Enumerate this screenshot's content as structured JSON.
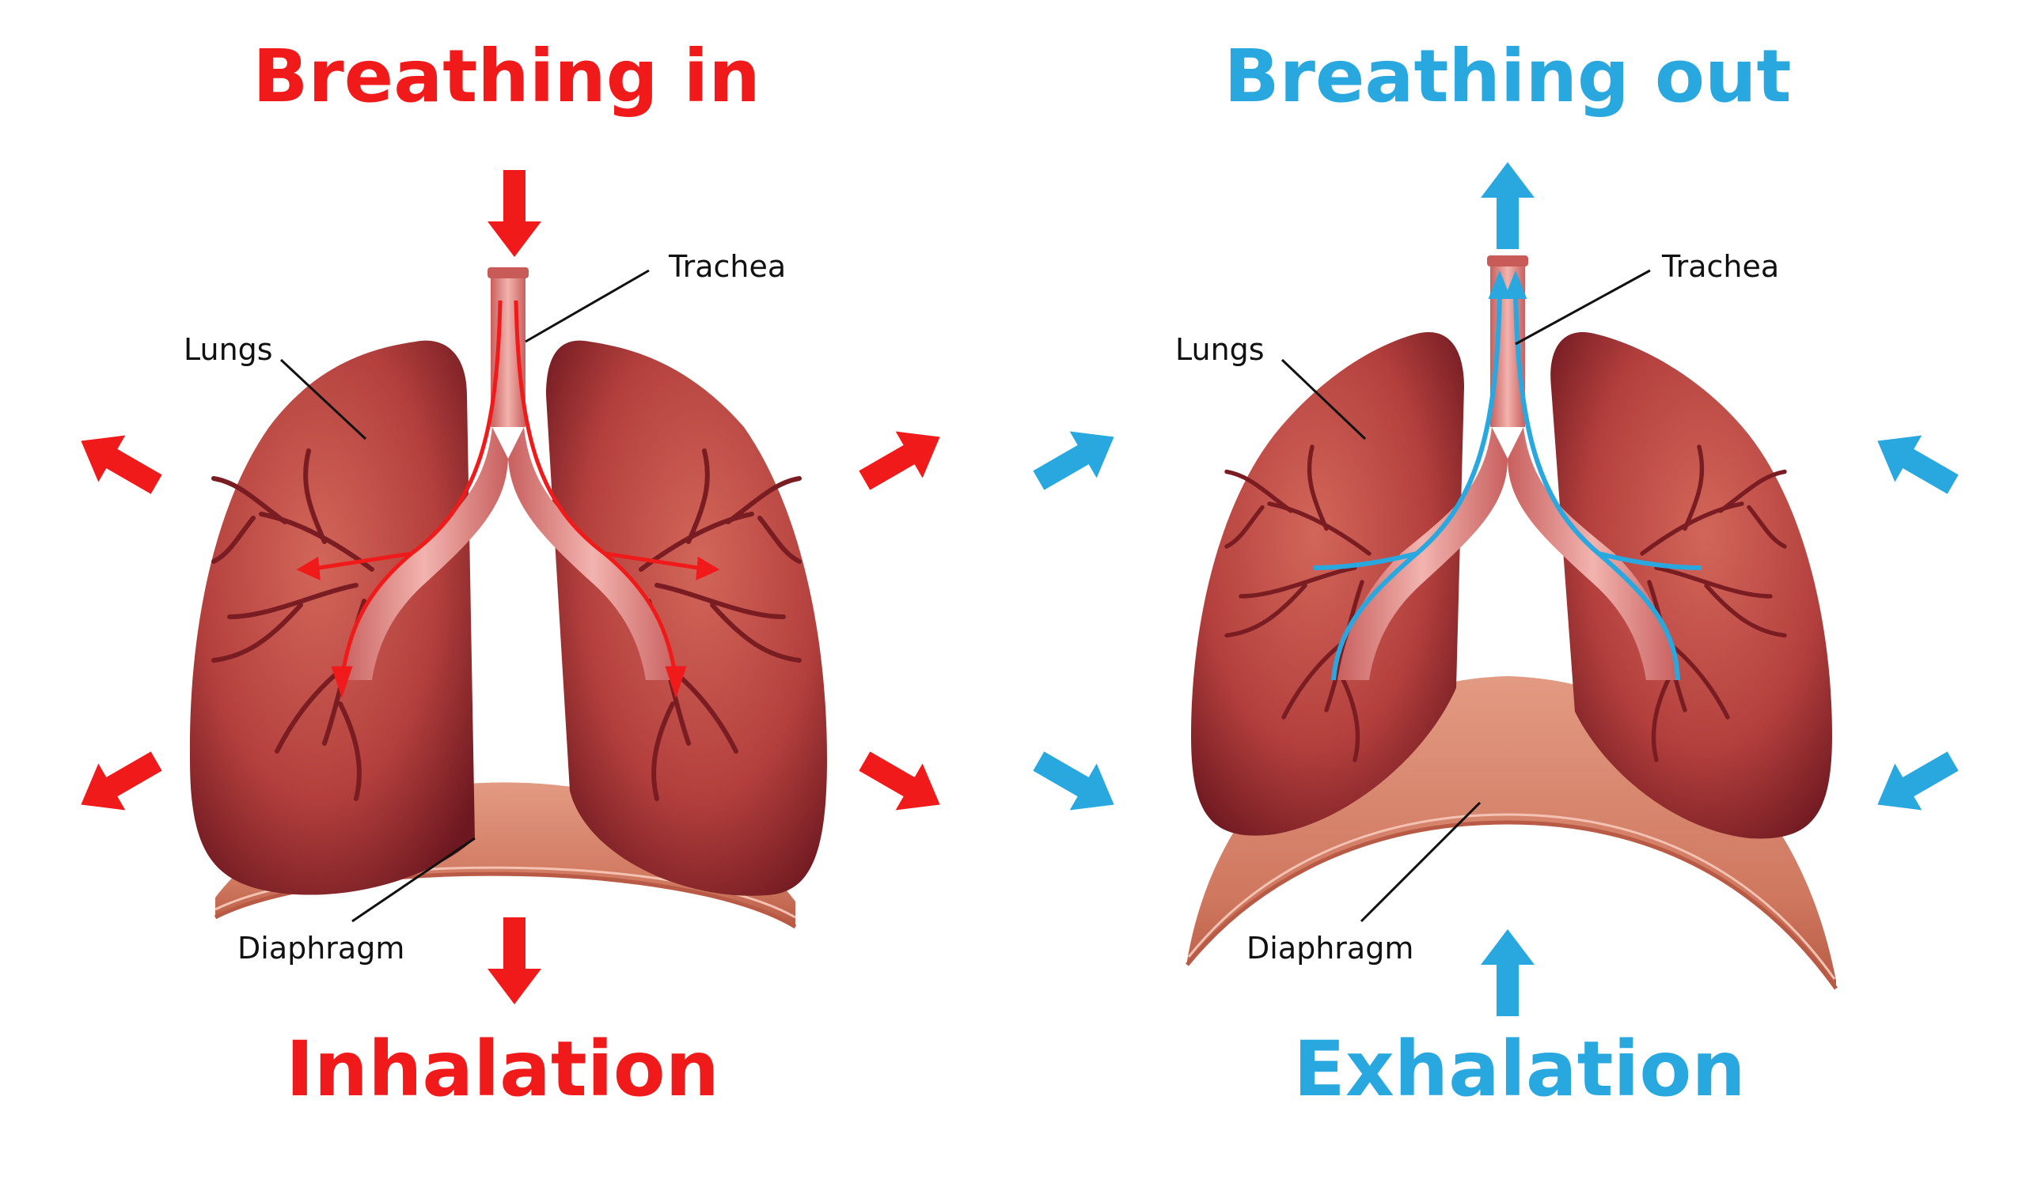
{
  "colors": {
    "inhale": "#f01a1a",
    "exhale": "#29a8e0",
    "lung_light": "#c9574a",
    "lung_dark": "#7a1d22",
    "vessel": "#6e1b20",
    "diaphragm": "#d9806a",
    "diaphragm_edge": "#b85a45",
    "trachea": "#e2898a"
  },
  "panels": {
    "inhale": {
      "title": "Breathing in",
      "caption": "Inhalation",
      "labels": {
        "trachea": "Trachea",
        "lungs": "Lungs",
        "diaphragm": "Diaphragm"
      }
    },
    "exhale": {
      "title": "Breathing out",
      "caption": "Exhalation",
      "labels": {
        "trachea": "Trachea",
        "lungs": "Lungs",
        "diaphragm": "Diaphragm"
      }
    }
  },
  "icons": {
    "inhale_arrows": "arrow-icon",
    "exhale_arrows": "arrow-icon"
  }
}
